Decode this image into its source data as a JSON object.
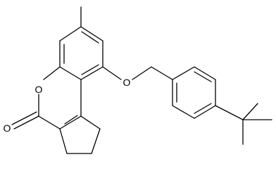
{
  "structure": {
    "atom_labels": {
      "ring_oxygen": "O",
      "carbonyl_oxygen": "O",
      "ether_oxygen": "O"
    },
    "colors": {
      "bond": "#000000",
      "label": "#000000",
      "background": "#ffffff"
    }
  }
}
